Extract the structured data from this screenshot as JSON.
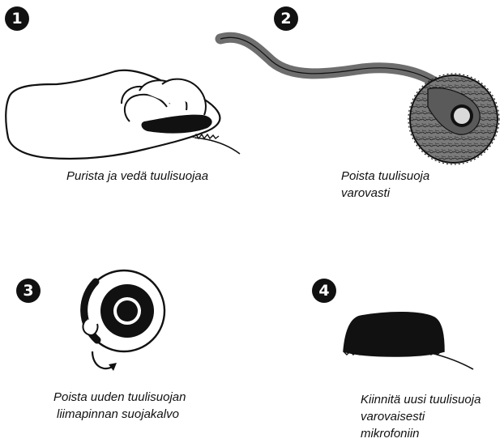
{
  "steps": [
    {
      "number": "1",
      "icon": "hand-squeezing-windscreen-icon",
      "caption": [
        "Purista ja vedä tuulisuojaa"
      ]
    },
    {
      "number": "2",
      "icon": "microphone-windscreen-removal-icon",
      "caption": [
        "Poista tuulisuoja",
        "varovasti"
      ]
    },
    {
      "number": "3",
      "icon": "adhesive-liner-peel-icon",
      "caption": [
        "Poista uuden tuulisuojan",
        "liimapinnan suojakalvo"
      ]
    },
    {
      "number": "4",
      "icon": "windscreen-attached-icon",
      "caption": [
        "Kiinnitä uusi tuulisuoja",
        "varovaisesti",
        "mikrofoniin"
      ]
    }
  ],
  "colors": {
    "ink": "#111111",
    "cable_gray": "#6e6e6e",
    "foam_gray": "#8a8a8a"
  }
}
